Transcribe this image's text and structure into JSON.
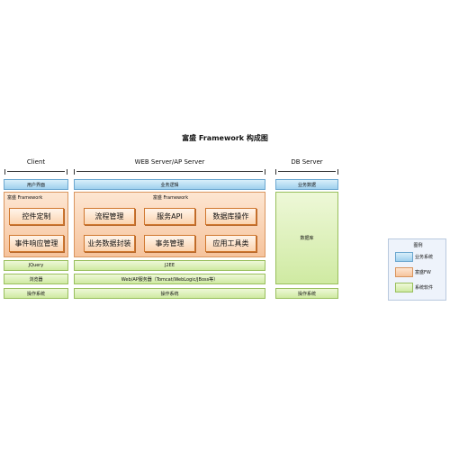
{
  "title": "富盛 Framework 构成图",
  "columns": {
    "client": "Client",
    "web": "WEB Server/AP Server",
    "db": "DB Server"
  },
  "client": {
    "user_interface": "用户界面",
    "framework": "富盛 Framework",
    "modules": [
      "控件定制",
      "事件响应管理"
    ],
    "jquery": "JQuery",
    "browser": "浏览器",
    "os": "操作系统"
  },
  "web": {
    "business_logic": "业务逻辑",
    "framework": "富盛 Framework",
    "modules": [
      "流程管理",
      "服务API",
      "数据库操作",
      "业务数据封装",
      "事务管理",
      "应用工具类"
    ],
    "j2ee": "J2EE",
    "app_server": "Web/AP服务器（Tomcat/WebLogic/JBoss等）",
    "os": "操作系统"
  },
  "db": {
    "business_data": "业务数据",
    "database": "数据库",
    "os": "操作系统"
  },
  "legend": {
    "title": "图例",
    "items": [
      {
        "label": "业务系统",
        "color": "#bfe2f6"
      },
      {
        "label": "富盛FW",
        "color": "#f9d2b3"
      },
      {
        "label": "系统软件",
        "color": "#dff2b8"
      }
    ]
  }
}
